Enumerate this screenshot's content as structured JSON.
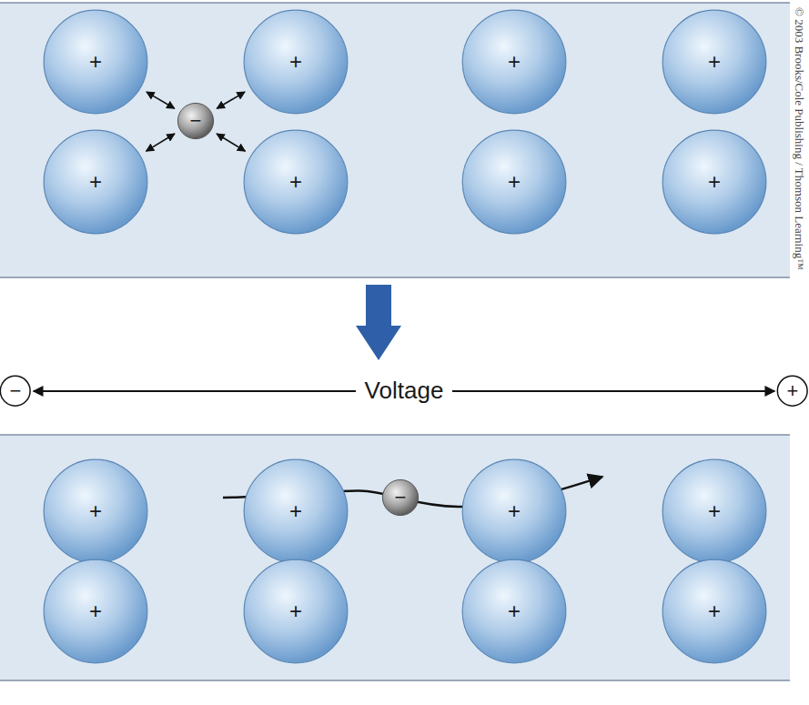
{
  "diagram": {
    "nodes": [
      {
        "text": [
          "+"
        ]
      },
      {
        "text": [
          "+"
        ]
      },
      {
        "text": [
          "+"
        ]
      },
      {
        "text": [
          "+"
        ]
      },
      {
        "text": [
          "−"
        ]
      },
      {
        "text": [
          "+"
        ]
      },
      {
        "text": [
          "+"
        ]
      },
      {
        "text": [
          "+"
        ]
      },
      {
        "text": [
          "+"
        ]
      },
      {
        "text": [
          "−"
        ]
      },
      {
        "text": [
          "+"
        ]
      },
      {
        "text": [
          "+"
        ]
      },
      {
        "text": [
          "+"
        ]
      },
      {
        "text": [
          "+"
        ]
      },
      {
        "text": [
          "+"
        ]
      },
      {
        "text": [
          "−"
        ]
      },
      {
        "text": [
          "+"
        ]
      },
      {
        "text": [
          "+"
        ]
      },
      {
        "text": [
          "+"
        ]
      },
      {
        "text": [
          "+"
        ]
      }
    ],
    "edges": [
      {
        "from": 4,
        "to": 0,
        "arrow": "both"
      },
      {
        "from": 4,
        "to": 1,
        "arrow": "both"
      },
      {
        "from": 4,
        "to": 5,
        "arrow": "both"
      },
      {
        "from": 4,
        "to": 6,
        "arrow": "both"
      },
      {
        "from": 9,
        "to": 10,
        "label": "Voltage",
        "arrow": "both"
      }
    ],
    "labels": [
      "© 2003 Brooks/Cole Publishing / Thomson Learning™"
    ]
  }
}
